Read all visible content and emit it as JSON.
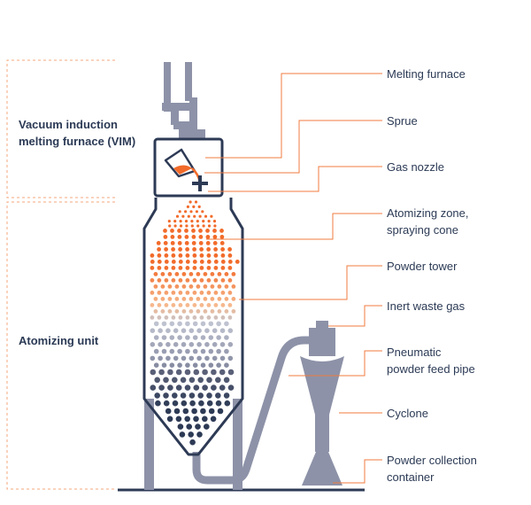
{
  "colors": {
    "navy": "#2d3a55",
    "steel": "#8d92a8",
    "accent": "#f07b3f",
    "melt": "#f26b2a",
    "dash": "#f4a77c"
  },
  "sections": [
    {
      "id": "vim",
      "label": "Vacuum induction\nmelting furnace (VIM)"
    },
    {
      "id": "atomizing",
      "label": "Atomizing unit"
    }
  ],
  "callouts": [
    {
      "id": "melting-furnace",
      "label": "Melting furnace"
    },
    {
      "id": "sprue",
      "label": "Sprue"
    },
    {
      "id": "gas-nozzle",
      "label": "Gas nozzle"
    },
    {
      "id": "atomizing-zone",
      "label": "Atomizing zone,\nspraying cone"
    },
    {
      "id": "powder-tower",
      "label": "Powder tower"
    },
    {
      "id": "inert-waste-gas",
      "label": "Inert waste gas"
    },
    {
      "id": "pneumatic-feed-pipe",
      "label": "Pneumatic\npowder feed pipe"
    },
    {
      "id": "cyclone",
      "label": "Cyclone"
    },
    {
      "id": "powder-collection-container",
      "label": "Powder collection\ncontainer"
    }
  ]
}
